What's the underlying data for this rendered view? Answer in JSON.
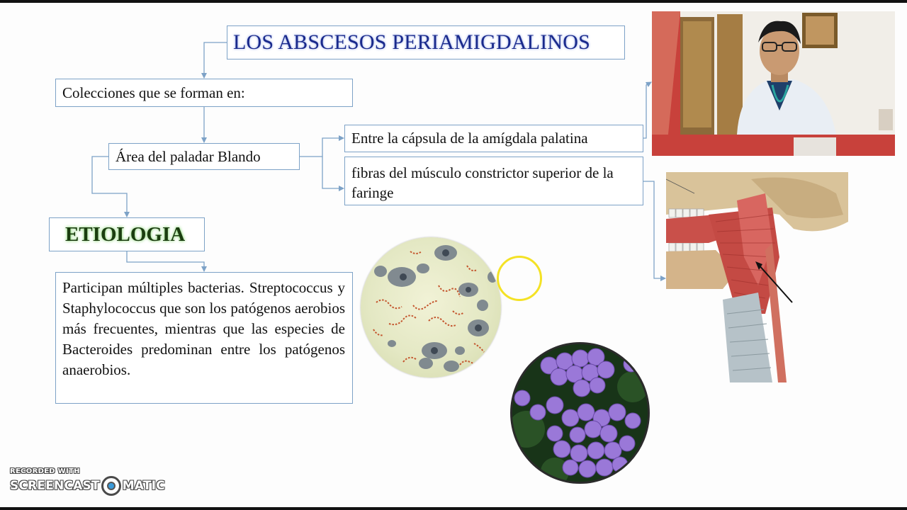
{
  "title": "LOS ABSCESOS PERIAMIGDALINOS",
  "colecciones": "Colecciones que se forman en:",
  "area": "Área del paladar Blando",
  "capsula": "Entre la cápsula de la amígdala palatina",
  "fibras": "fibras del músculo constrictor superior de la faringe",
  "etiologia": "ETIOLOGIA",
  "participan": "Participan múltiples bacterias. Streptococcus y Staphylococcus que son los patógenos aerobios más frecuentes, mientras que las especies de Bacteroides predominan entre los patógenos anaerobios.",
  "watermark": {
    "line1": "RECORDED WITH",
    "brand_left": "SCREENCAST",
    "brand_right": "MATIC"
  },
  "colors": {
    "box_border": "#7da2c7",
    "title_text": "#1a2a8c",
    "etiologia_text": "#1b3d10",
    "highlight_ring": "#f4e225"
  },
  "images": {
    "microscope_1": "streptococcus-micrograph",
    "microscope_2": "staphylococcus-micrograph",
    "presenter": "presenter-webcam",
    "anatomy": "pharynx-muscle-anatomy"
  }
}
